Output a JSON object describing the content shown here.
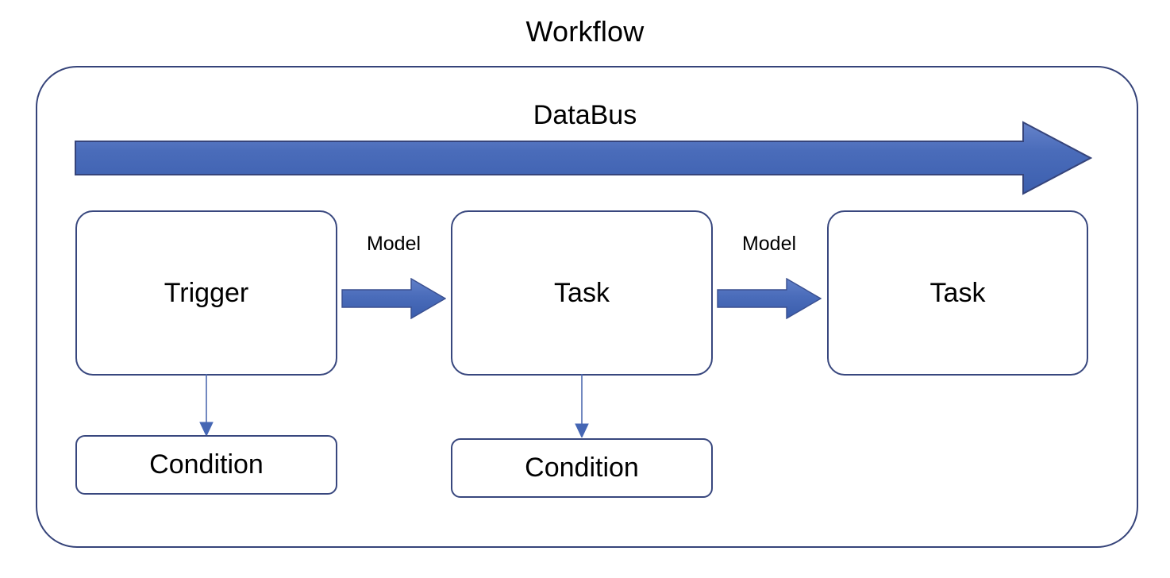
{
  "diagram": {
    "title": "Workflow",
    "type": "flow-diagram",
    "colors": {
      "arrow_blue": "#4472c4",
      "arrow_blue_dark": "#36519c",
      "box_border": "#38477e",
      "container_border": "#36447a",
      "text": "#000000",
      "background": "#ffffff",
      "connector": "#4f6bb0"
    }
  },
  "container": {
    "name": "workflow-boundary"
  },
  "databus": {
    "label": "DataBus",
    "arrow_name": "databus-arrow",
    "direction": "right"
  },
  "nodes": [
    {
      "id": "trigger",
      "label": "Trigger",
      "type": "process"
    },
    {
      "id": "task-1",
      "label": "Task",
      "type": "process"
    },
    {
      "id": "task-2",
      "label": "Task",
      "type": "process"
    }
  ],
  "conditions": [
    {
      "id": "condition-1",
      "label": "Condition",
      "parent": "trigger"
    },
    {
      "id": "condition-2",
      "label": "Condition",
      "parent": "task-1"
    }
  ],
  "flows": [
    {
      "id": "flow-1",
      "label": "Model",
      "from": "trigger",
      "to": "task-1",
      "direction": "right"
    },
    {
      "id": "flow-2",
      "label": "Model",
      "from": "task-1",
      "to": "task-2",
      "direction": "right"
    }
  ],
  "connectors": [
    {
      "id": "connector-1",
      "from": "trigger",
      "to": "condition-1",
      "direction": "down"
    },
    {
      "id": "connector-2",
      "from": "task-1",
      "to": "condition-2",
      "direction": "down"
    }
  ]
}
